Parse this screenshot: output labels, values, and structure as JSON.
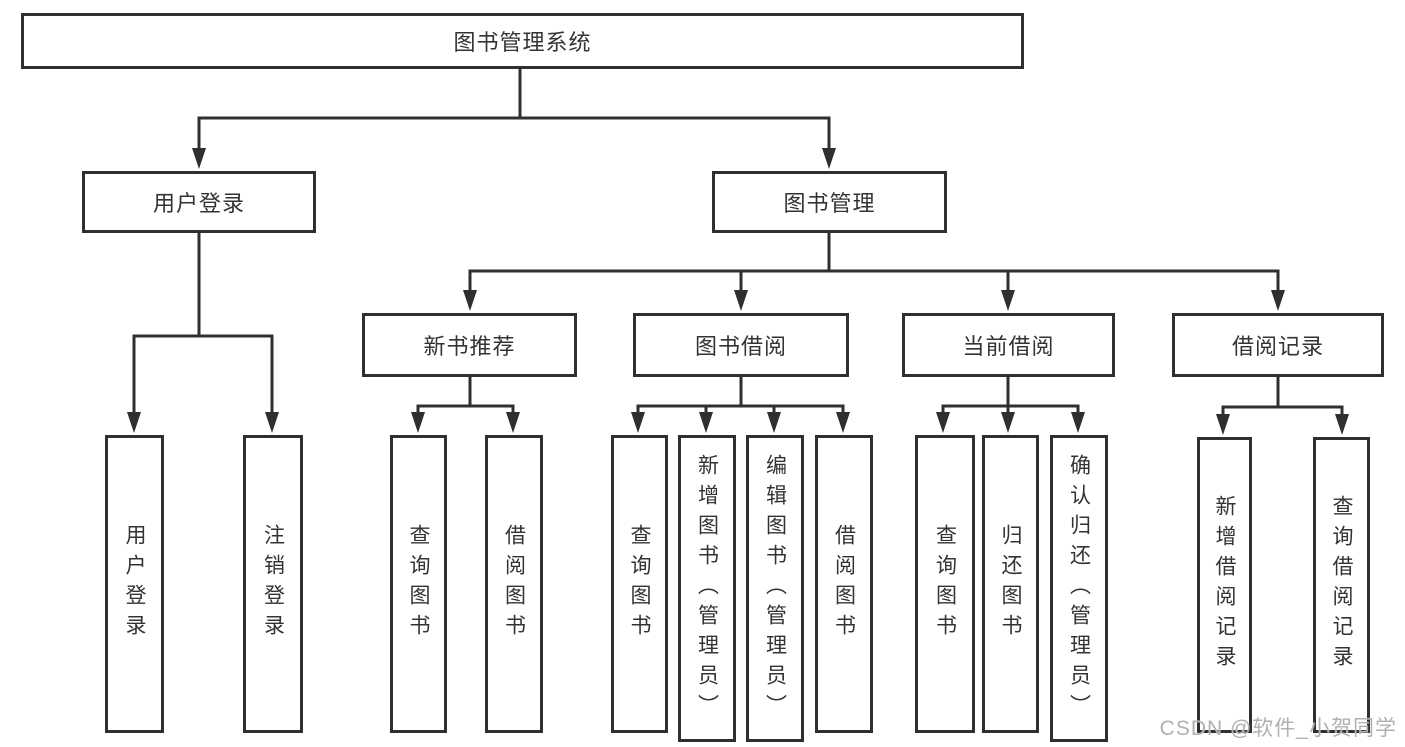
{
  "colors": {
    "line": "#2f2f2f",
    "text": "#333333",
    "background": "#ffffff",
    "watermark": "#b0b0b0"
  },
  "nodes": {
    "root": "图书管理系统",
    "user_login_branch": {
      "label": "用户登录",
      "children": [
        "用户登录",
        "注销登录"
      ]
    },
    "book_mgmt_branch": {
      "label": "图书管理",
      "children": [
        {
          "label": "新书推荐",
          "children": [
            "查询图书",
            "借阅图书"
          ]
        },
        {
          "label": "图书借阅",
          "children": [
            "查询图书",
            "新增图书（管理员）",
            "编辑图书（管理员）",
            "借阅图书"
          ]
        },
        {
          "label": "当前借阅",
          "children": [
            "查询图书",
            "归还图书",
            "确认归还（管理员）"
          ]
        },
        {
          "label": "借阅记录",
          "children": [
            "新增借阅记录",
            "查询借阅记录"
          ]
        }
      ]
    }
  },
  "watermark": "CSDN @软件_小贺同学"
}
